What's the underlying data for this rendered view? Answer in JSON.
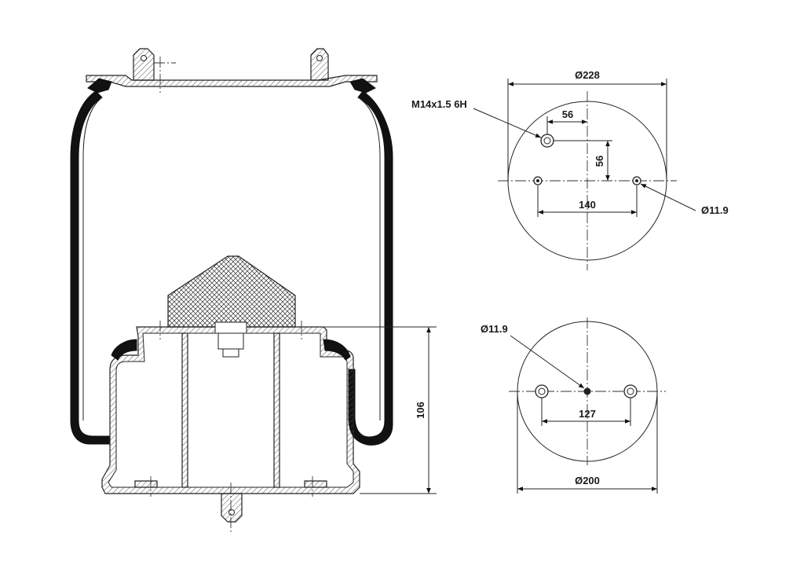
{
  "colors": {
    "line": "#222222",
    "background": "#ffffff",
    "hatch": "#555555"
  },
  "section_view": {
    "height_dim": "106"
  },
  "top_plate_view": {
    "diameter": "Ø228",
    "thread_label": "M14x1.5 6H",
    "offset_x": "56",
    "offset_y": "56",
    "hole_spacing": "140",
    "hole_diameter": "Ø11.9"
  },
  "bottom_plate_view": {
    "hole_diameter": "Ø11.9",
    "hole_spacing": "127",
    "diameter": "Ø200"
  }
}
